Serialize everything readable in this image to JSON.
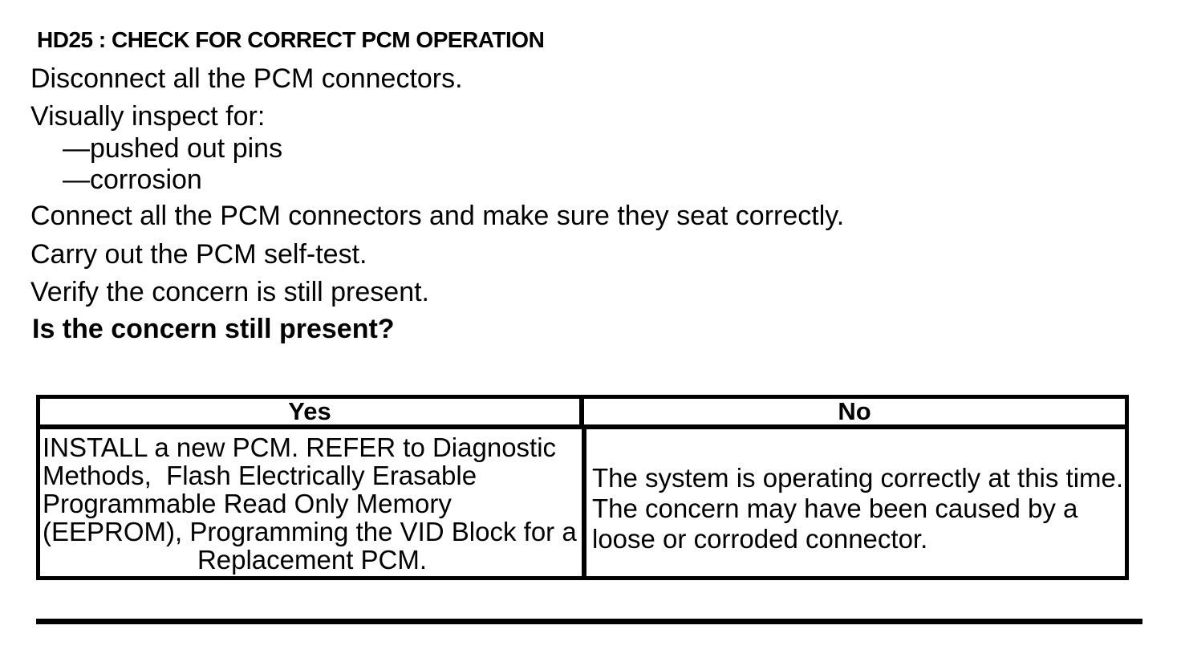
{
  "document": {
    "title": "HD25 : CHECK FOR CORRECT PCM OPERATION",
    "steps": [
      "Disconnect all the PCM connectors.",
      "Visually inspect for:",
      "Connect all the PCM connectors and make sure they seat correctly.",
      "Carry out the PCM self-test.",
      "Verify the concern is still present."
    ],
    "inspection_items": [
      "—pushed out pins",
      "—corrosion"
    ],
    "question": "Is the concern still present?",
    "decision_table": {
      "yes_header": "Yes",
      "no_header": "No",
      "yes_lines": [
        "INSTALL a new PCM. REFER to Diagnostic",
        "Methods,  Flash Electrically Erasable",
        "Programmable Read Only Memory",
        "(EEPROM), Programming the VID Block for a",
        "Replacement PCM."
      ],
      "no_lines": [
        "The system is operating correctly at this time.",
        "The concern may have been caused by a",
        "loose or corroded connector."
      ]
    },
    "colors": {
      "text": "#000000",
      "background": "#ffffff"
    }
  }
}
